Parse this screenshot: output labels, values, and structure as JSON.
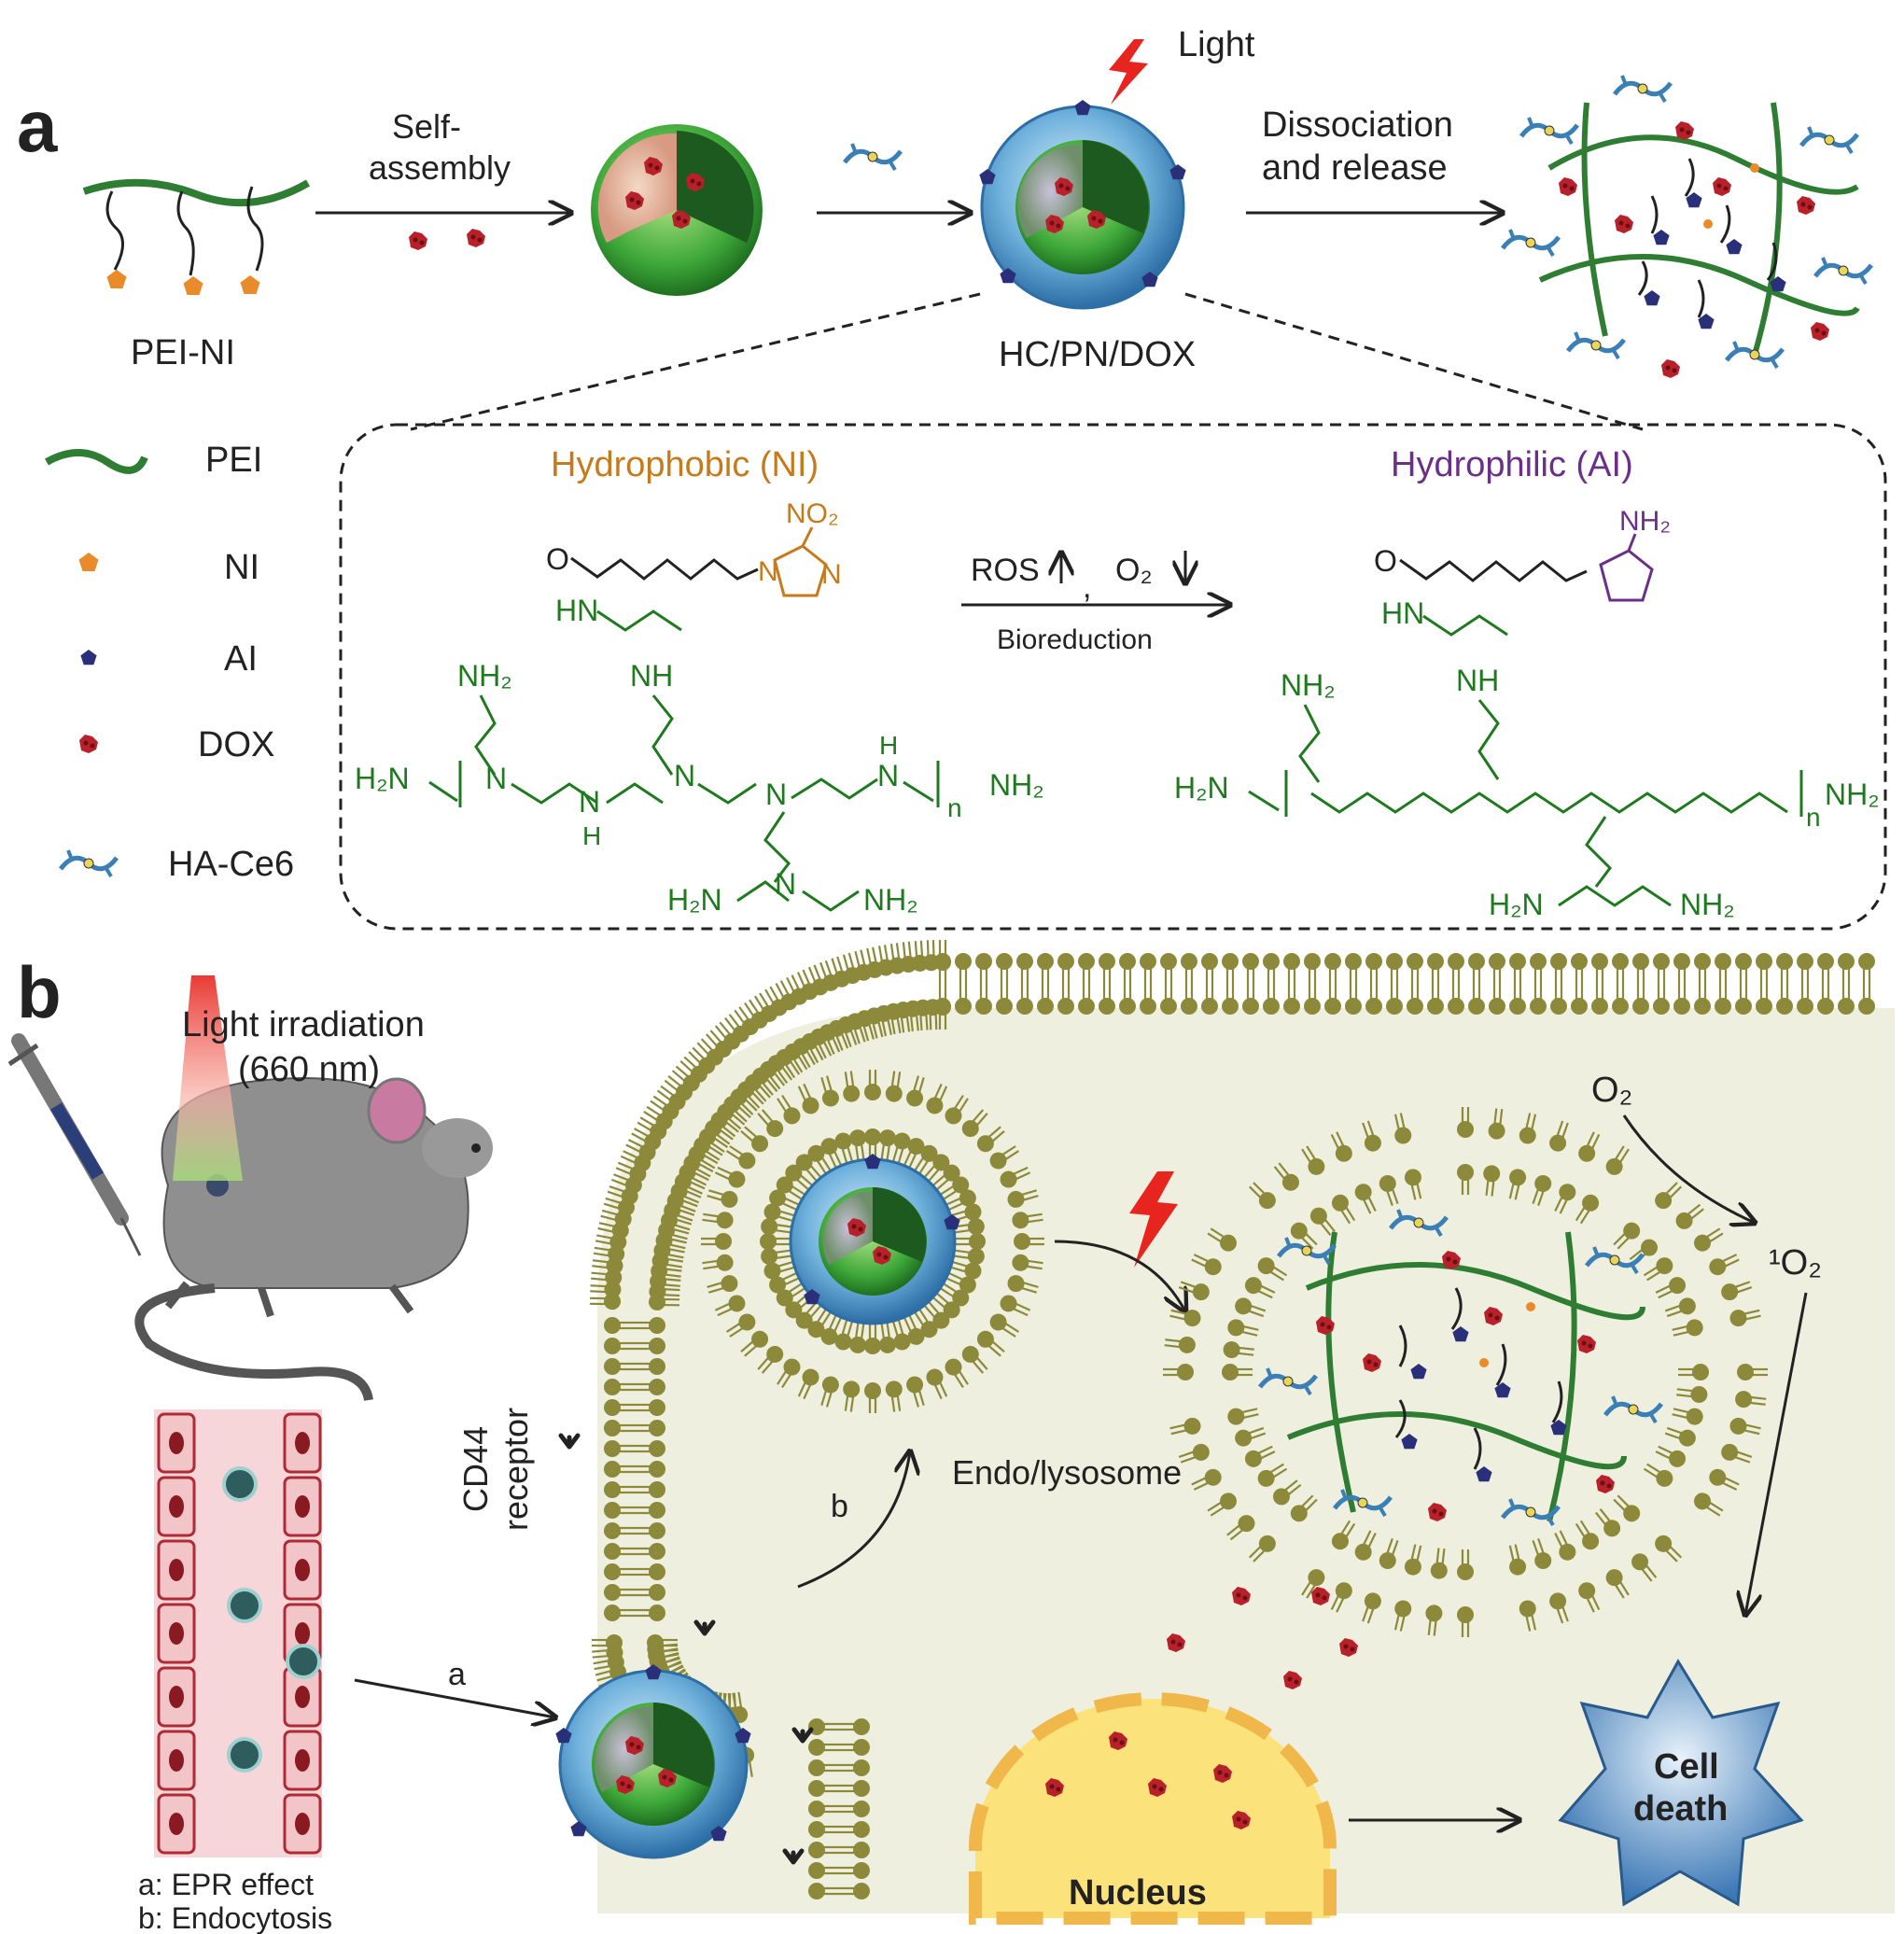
{
  "panel_a": {
    "letter": "a",
    "self_assembly_line1": "Self-",
    "self_assembly_line2": "assembly",
    "light": "Light",
    "dissociation_line1": "Dissociation",
    "dissociation_line2": "and release",
    "pei_ni": "PEI-NI",
    "hc_pn_dox": "HC/PN/DOX",
    "hydrophobic": "Hydrophobic (NI)",
    "hydrophilic": "Hydrophilic (AI)",
    "ros": "ROS",
    "o2": "O₂",
    "bioreduction": "Bioreduction",
    "legend": [
      {
        "label": "PEI",
        "icon": "pei-chain-icon"
      },
      {
        "label": "NI",
        "icon": "orange-pentagon-icon"
      },
      {
        "label": "AI",
        "icon": "navy-pentagon-icon"
      },
      {
        "label": "DOX",
        "icon": "red-dox-icon"
      },
      {
        "label": "HA-Ce6",
        "icon": "ha-ce6-icon"
      }
    ],
    "chem_left": {
      "no2": "NO₂",
      "o": "O",
      "hn": "HN",
      "nh": "NH",
      "nh2_top": "NH₂",
      "h2n_left": "H₂N",
      "n1": "N",
      "n2": "N",
      "n3": "N",
      "n_ring": "N",
      "n_ring2": "N",
      "h_under": "H",
      "nh_mid": "N",
      "h_top": "H",
      "nh_right": "N",
      "n_sub": "n",
      "nh2_right": "NH₂",
      "h2n_bottom": "H₂N",
      "n_bottom": "N",
      "nh2_bottom": "NH₂"
    },
    "chem_right": {
      "nh2_ring": "NH₂",
      "o": "O",
      "hn": "HN",
      "nh": "NH",
      "nh2_top": "NH₂",
      "h2n_left": "H₂N",
      "n_sub": "n",
      "nh2_right": "NH₂",
      "h2n_bottom": "H₂N",
      "nh2_bottom": "NH₂"
    }
  },
  "panel_b": {
    "letter": "b",
    "light_irradiation_line1": "Light irradiation",
    "light_irradiation_line2": "(660 nm)",
    "cd44_line1": "CD44",
    "cd44_line2": "receptor",
    "endo": "Endo/lysosome",
    "o2": "O₂",
    "singlet_o2": "¹O₂",
    "cell_death_line1": "Cell",
    "cell_death_line2": "death",
    "nucleus": "Nucleus",
    "path_a": "a",
    "path_b": "b",
    "note_a": "a: EPR effect",
    "note_b": "b: Endocytosis"
  },
  "colors": {
    "green": "#2e7d32",
    "orange": "#e98a2b",
    "navy": "#2a2f7a",
    "dox_red": "#b8202a",
    "membrane": "#8c8a3a",
    "cell_bg": "#efefdf",
    "nucleus": "#fbe27a",
    "hydrophobic_text": "#c77a1b",
    "hydrophilic_text": "#6b2f8a",
    "bolt": "#e8241e"
  }
}
